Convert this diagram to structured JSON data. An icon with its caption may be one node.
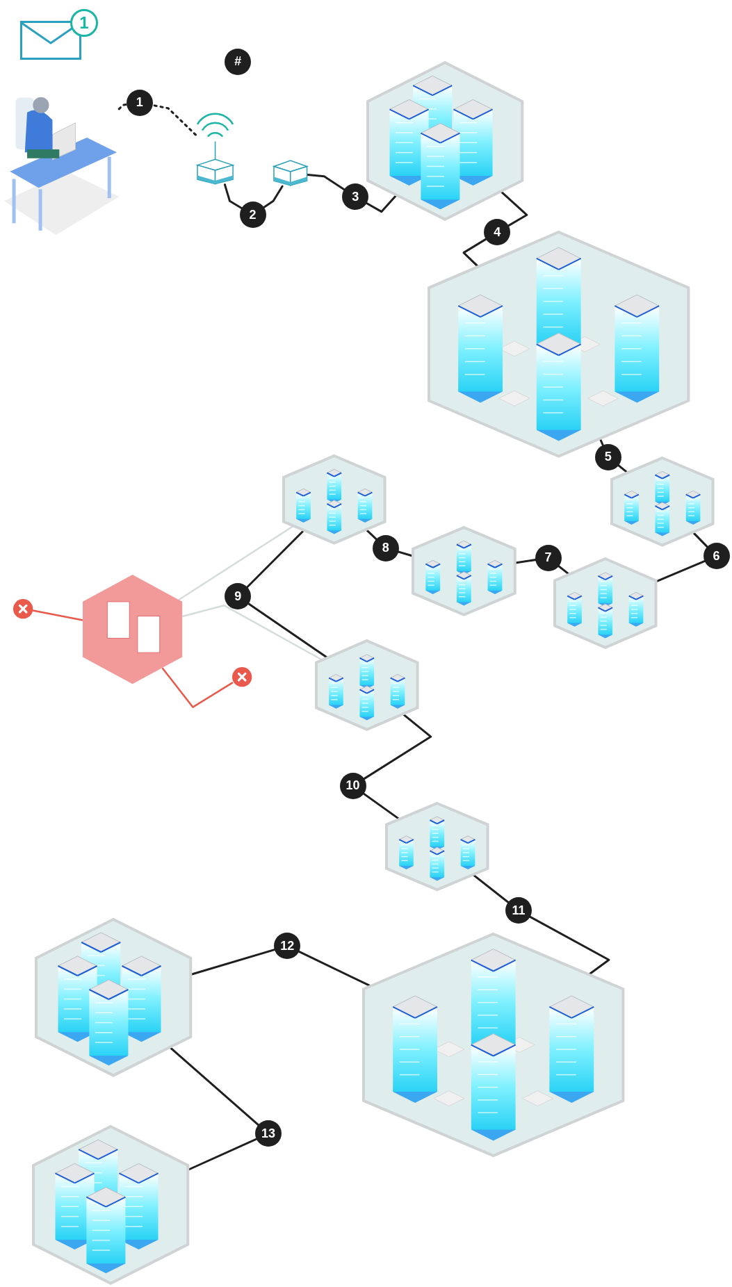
{
  "diagram": {
    "nodes": [
      {
        "text": [],
        "shape": "picture"
      },
      {
        "text": [],
        "shape": "cube"
      },
      {
        "text": [],
        "shape": "cube"
      },
      {
        "text": [],
        "shape": "hexagon"
      },
      {
        "text": [],
        "shape": "hexagon"
      },
      {
        "text": [],
        "shape": "hexagon"
      },
      {
        "text": [],
        "shape": "hexagon"
      },
      {
        "text": [],
        "shape": "hexagon"
      },
      {
        "text": [],
        "shape": "hexagon"
      },
      {
        "text": [],
        "shape": "hexagon"
      },
      {
        "text": [],
        "shape": "circle"
      },
      {
        "text": [],
        "shape": "circle"
      },
      {
        "text": [],
        "shape": "hexagon"
      },
      {
        "text": [],
        "shape": "hexagon"
      },
      {
        "text": [],
        "shape": "hexagon"
      },
      {
        "text": [],
        "shape": "hexagon"
      },
      {
        "text": [],
        "shape": "hexagon"
      }
    ],
    "edges": [
      {
        "from": 0,
        "to": 1,
        "arrow": "none",
        "label": "1",
        "style": "dashed"
      },
      {
        "from": 1,
        "to": 2,
        "arrow": "none",
        "label": "2"
      },
      {
        "from": 2,
        "to": 3,
        "arrow": "none",
        "label": "3"
      },
      {
        "from": 3,
        "to": 4,
        "arrow": "none",
        "label": "4"
      },
      {
        "from": 4,
        "to": 5,
        "arrow": "none",
        "label": "5"
      },
      {
        "from": 5,
        "to": 6,
        "arrow": "none",
        "label": "6"
      },
      {
        "from": 6,
        "to": 7,
        "arrow": "none",
        "label": "7"
      },
      {
        "from": 7,
        "to": 8,
        "arrow": "none",
        "label": "8"
      },
      {
        "from": 8,
        "to": 12,
        "arrow": "none",
        "label": "9"
      },
      {
        "from": 12,
        "to": 13,
        "arrow": "none",
        "label": "10"
      },
      {
        "from": 13,
        "to": 14,
        "arrow": "none",
        "label": "11"
      },
      {
        "from": 14,
        "to": 15,
        "arrow": "none",
        "label": "12"
      },
      {
        "from": 15,
        "to": 16,
        "arrow": "none",
        "label": "13"
      },
      {
        "from": 9,
        "to": 10,
        "arrow": "none",
        "color": "#e8594a"
      },
      {
        "from": 9,
        "to": 11,
        "arrow": "none",
        "color": "#e8594a"
      },
      {
        "from": 8,
        "to": 9,
        "arrow": "none",
        "color": "#d5dcdc"
      },
      {
        "from": 12,
        "to": 9,
        "arrow": "none",
        "color": "#d5dcdc"
      }
    ],
    "labels": [
      "#",
      "1"
    ]
  }
}
